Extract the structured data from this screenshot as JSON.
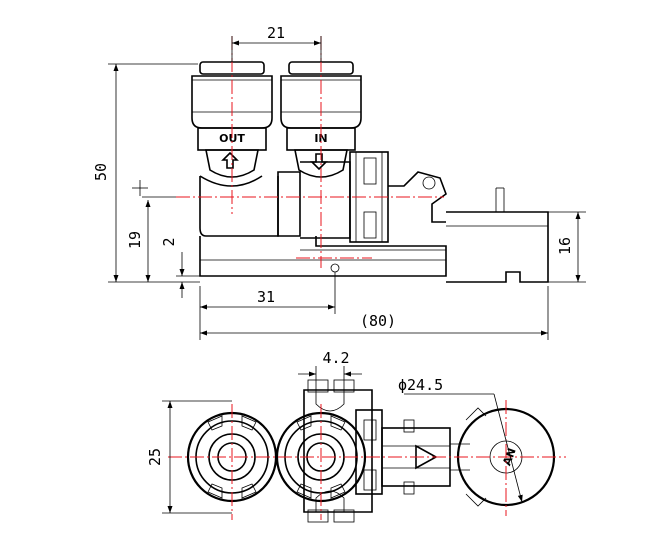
{
  "front_view": {
    "port_out_label": "OUT",
    "port_in_label": "IN",
    "dim_port_spacing": "21",
    "dim_total_height": "50",
    "dim_height_19": "19",
    "dim_height_2": "2",
    "dim_height_16": "16",
    "dim_length_31": "31",
    "dim_length_total": "(80)"
  },
  "top_view": {
    "dim_slot_width": "4.2",
    "dim_diameter": "ϕ24.5",
    "dim_width": "25",
    "knob_label": "AN"
  },
  "colors": {
    "outline": "#000000",
    "centerline": "#e8141e"
  }
}
